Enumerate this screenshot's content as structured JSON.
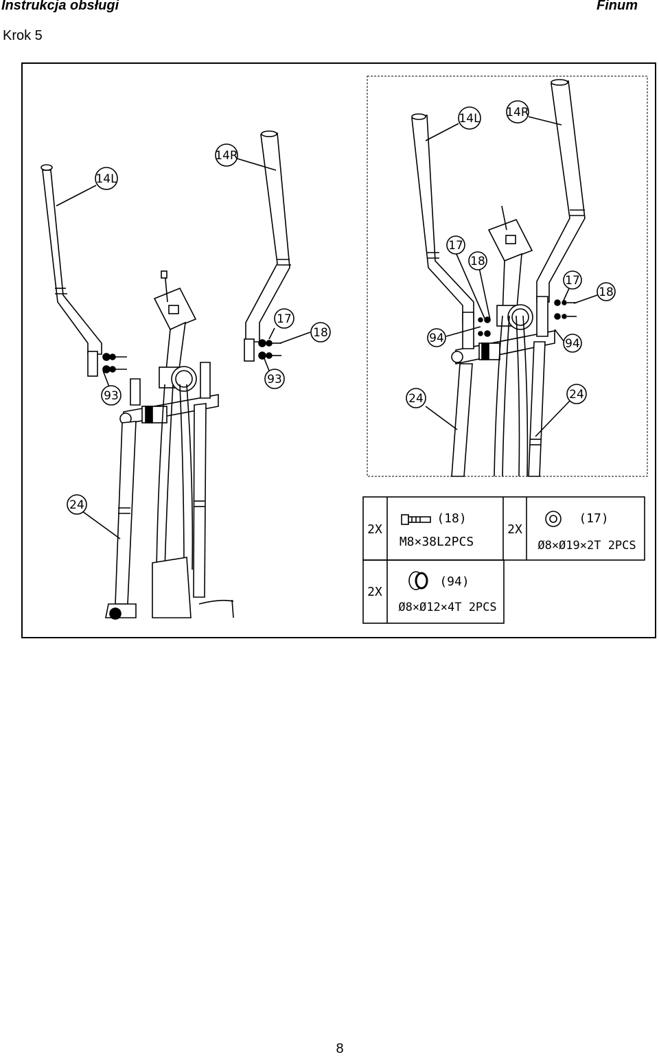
{
  "header": {
    "title": "Instrukcja obsługi",
    "brand": "Finum"
  },
  "step": {
    "title": "Krok 5"
  },
  "diagram": {
    "labels": {
      "p14L": "14L",
      "p14R": "14R",
      "p17": "17",
      "p18": "18",
      "p93": "93",
      "p94": "94",
      "p24": "24"
    },
    "hardware": [
      {
        "qty": "2X",
        "code": "(18)",
        "desc": "M8×38L2PCS"
      },
      {
        "qty": "2X",
        "code": "(17)",
        "desc": "Ø8×Ø19×2T 2PCS"
      },
      {
        "qty": "2X",
        "code": "(94)",
        "desc": "Ø8×Ø12×4T 2PCS"
      }
    ]
  },
  "footer": {
    "page_number": "8"
  }
}
